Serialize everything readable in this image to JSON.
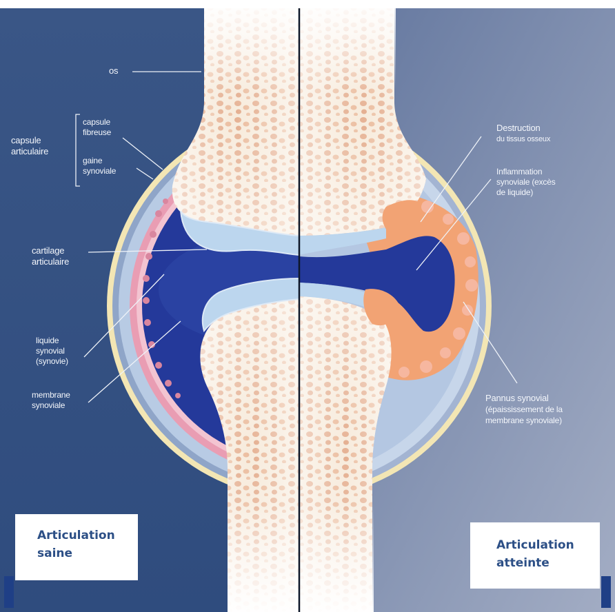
{
  "colors": {
    "background_left": "#3a5686",
    "background_right": "#6a7fa6",
    "bone_fill": "#f8efe4",
    "trabecula": "#e8b79a",
    "cartilage": "#bcd6ee",
    "synovial_fluid": "#23399a",
    "capsule": "#f3e6b4",
    "membrane": "#eaa0b4",
    "pannus": "#f3a373",
    "caption_text": "#2c4f86"
  },
  "labels": {
    "os": "os",
    "capsule_articulaire": [
      "capsule",
      "articulaire"
    ],
    "capsule_fibreuse": [
      "capsule",
      "fibreuse"
    ],
    "gaine_synoviale": [
      "gaine",
      "synoviale"
    ],
    "cartilage_articulaire": [
      "cartilage",
      "articulaire"
    ],
    "liquide_synovial": [
      "liquide",
      "synovial",
      "(synovie)"
    ],
    "membrane_synoviale": [
      "membrane",
      "synoviale"
    ],
    "destruction": [
      "Destruction",
      "du tissus osseux"
    ],
    "inflammation": [
      "Inflammation",
      "synoviale (excès",
      "de liquide)"
    ],
    "pannus": [
      "Pannus synovial",
      "(épaississement de la",
      "membrane synoviale)"
    ]
  },
  "captions": {
    "left": [
      "Articulation",
      "saine"
    ],
    "right": [
      "Articulation",
      "atteinte"
    ]
  }
}
